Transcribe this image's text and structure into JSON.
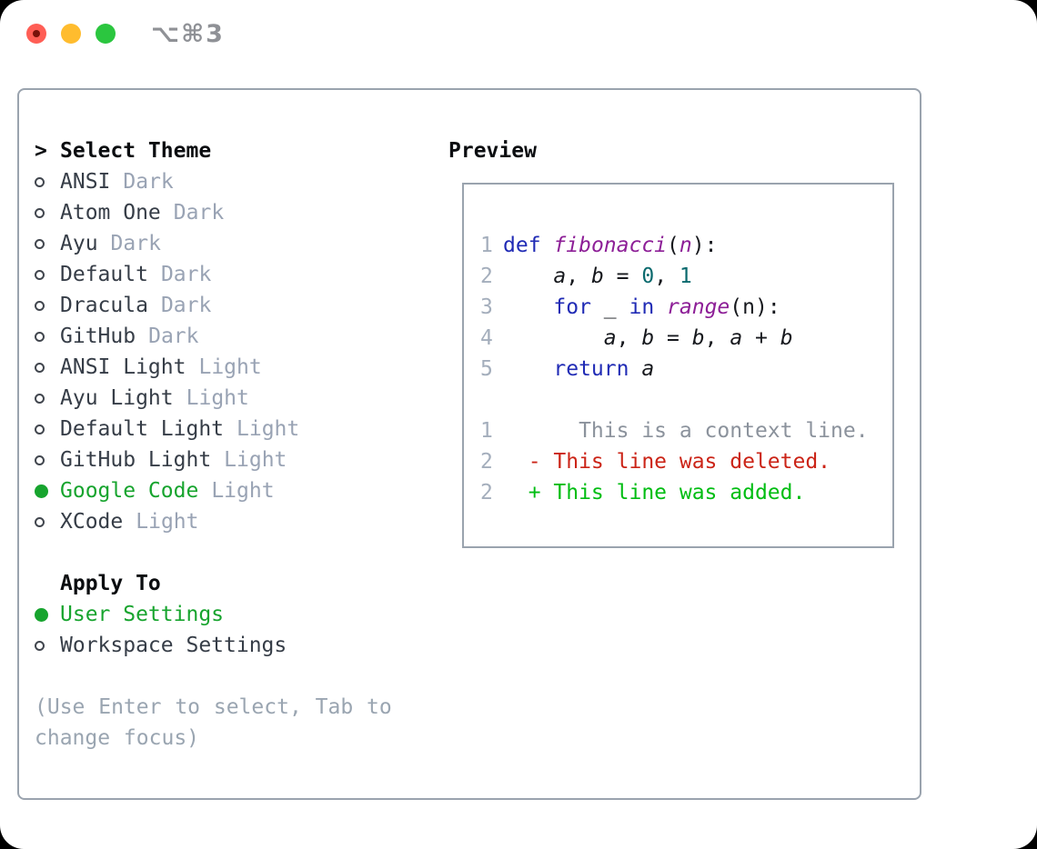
{
  "window": {
    "title": "⌥⌘3",
    "traffic_lights": [
      "close",
      "minimize",
      "zoom"
    ]
  },
  "theme_panel": {
    "cursor": ">",
    "header": "Select Theme",
    "themes": [
      {
        "name": "ANSI",
        "tag": "Dark",
        "selected": false
      },
      {
        "name": "Atom One",
        "tag": "Dark",
        "selected": false
      },
      {
        "name": "Ayu",
        "tag": "Dark",
        "selected": false
      },
      {
        "name": "Default",
        "tag": "Dark",
        "selected": false
      },
      {
        "name": "Dracula",
        "tag": "Dark",
        "selected": false
      },
      {
        "name": "GitHub",
        "tag": "Dark",
        "selected": false
      },
      {
        "name": "ANSI Light",
        "tag": "Light",
        "selected": false
      },
      {
        "name": "Ayu Light",
        "tag": "Light",
        "selected": false
      },
      {
        "name": "Default Light",
        "tag": "Light",
        "selected": false
      },
      {
        "name": "GitHub Light",
        "tag": "Light",
        "selected": false
      },
      {
        "name": "Google Code",
        "tag": "Light",
        "selected": true
      },
      {
        "name": "XCode",
        "tag": "Light",
        "selected": false
      }
    ],
    "apply_to_header": "Apply To",
    "apply_options": [
      {
        "name": "User Settings",
        "selected": true
      },
      {
        "name": "Workspace Settings",
        "selected": false
      }
    ],
    "hint": "(Use Enter to select, Tab to change focus)"
  },
  "preview": {
    "header": "Preview",
    "lines": [
      {
        "num": "1",
        "tokens": [
          {
            "style": "keyword",
            "text": "def"
          },
          {
            "style": "plain",
            "text": " "
          },
          {
            "style": "function",
            "text": "fibonacci"
          },
          {
            "style": "plain",
            "text": "("
          },
          {
            "style": "param",
            "text": "n"
          },
          {
            "style": "plain",
            "text": "):"
          }
        ]
      },
      {
        "num": "2",
        "tokens": [
          {
            "style": "plain",
            "text": "    "
          },
          {
            "style": "variable",
            "text": "a"
          },
          {
            "style": "plain",
            "text": ", "
          },
          {
            "style": "variable",
            "text": "b"
          },
          {
            "style": "plain",
            "text": " = "
          },
          {
            "style": "literal",
            "text": "0"
          },
          {
            "style": "plain",
            "text": ", "
          },
          {
            "style": "literal",
            "text": "1"
          }
        ]
      },
      {
        "num": "3",
        "tokens": [
          {
            "style": "plain",
            "text": "    "
          },
          {
            "style": "keyword",
            "text": "for"
          },
          {
            "style": "plain",
            "text": " _ "
          },
          {
            "style": "keyword",
            "text": "in"
          },
          {
            "style": "plain",
            "text": " "
          },
          {
            "style": "function",
            "text": "range"
          },
          {
            "style": "plain",
            "text": "(n):"
          }
        ]
      },
      {
        "num": "4",
        "tokens": [
          {
            "style": "plain",
            "text": "        "
          },
          {
            "style": "variable",
            "text": "a"
          },
          {
            "style": "plain",
            "text": ", "
          },
          {
            "style": "variable",
            "text": "b"
          },
          {
            "style": "plain",
            "text": " = "
          },
          {
            "style": "variable",
            "text": "b"
          },
          {
            "style": "plain",
            "text": ", "
          },
          {
            "style": "variable",
            "text": "a"
          },
          {
            "style": "plain",
            "text": " + "
          },
          {
            "style": "variable",
            "text": "b"
          }
        ]
      },
      {
        "num": "5",
        "tokens": [
          {
            "style": "plain",
            "text": "    "
          },
          {
            "style": "keyword",
            "text": "return"
          },
          {
            "style": "plain",
            "text": " "
          },
          {
            "style": "variable",
            "text": "a"
          }
        ]
      },
      {
        "num": "",
        "tokens": []
      },
      {
        "num": "1",
        "tokens": [
          {
            "style": "context",
            "text": "      This is a context line."
          }
        ]
      },
      {
        "num": "2",
        "tokens": [
          {
            "style": "deleted",
            "text": "  - This line was deleted."
          }
        ]
      },
      {
        "num": "2",
        "tokens": [
          {
            "style": "added",
            "text": "  + This line was added."
          }
        ]
      }
    ]
  },
  "colors": {
    "accent_green": "#17a42e",
    "diff_added": "#00bd12",
    "diff_deleted": "#cb2417",
    "code_keyword": "#202bb5",
    "code_function": "#8d1f97",
    "code_literal": "#0b6a6e",
    "muted_gray": "#99a3b4",
    "border_gray": "#9aa3ae",
    "traffic_red": "#ff5e55",
    "traffic_yellow": "#ffbc2e",
    "traffic_green": "#2bc63f"
  }
}
